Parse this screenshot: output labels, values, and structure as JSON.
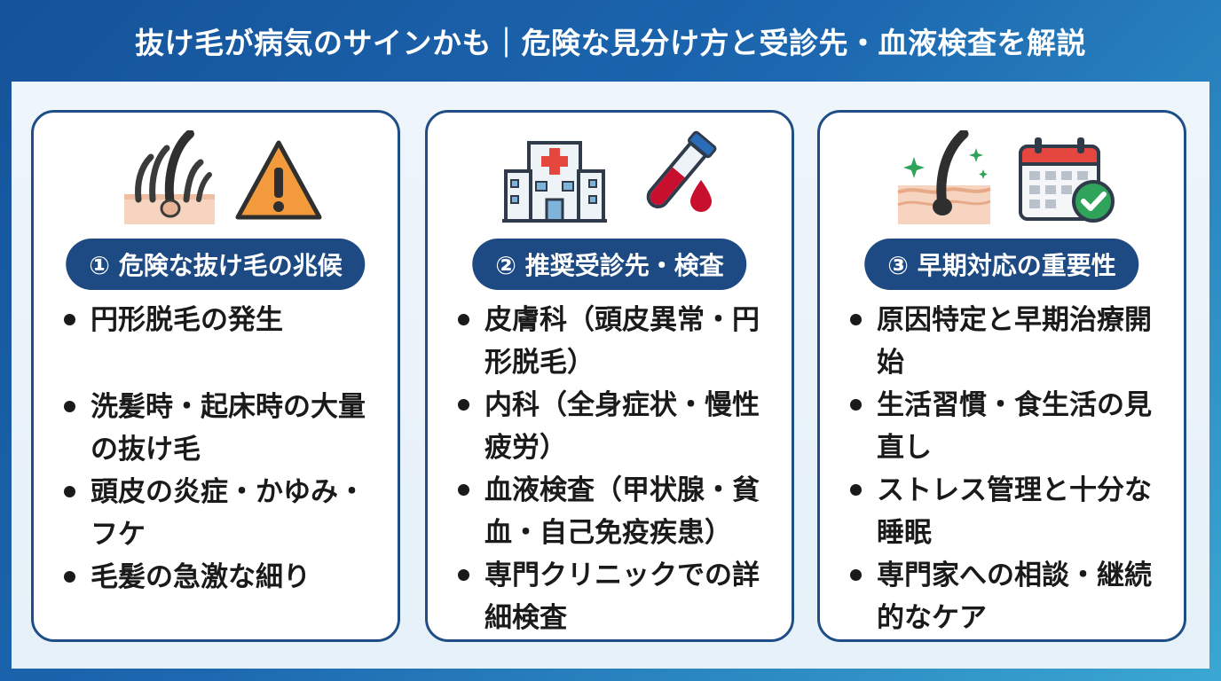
{
  "title": "抜け毛が病気のサインかも｜危険な見分け方と受診先・血液検査を解説",
  "cards": [
    {
      "heading": "① 危険な抜け毛の兆候",
      "icons": [
        "hair-follicle-icon",
        "warning-icon"
      ],
      "items": [
        "円形脱毛の発生",
        "洗髪時・起床時の大量の抜け毛",
        "頭皮の炎症・かゆみ・フケ",
        "毛髪の急激な細り"
      ]
    },
    {
      "heading": "② 推奨受診先・検査",
      "icons": [
        "hospital-icon",
        "blood-test-tube-icon"
      ],
      "items": [
        "皮膚科（頭皮異常・円形脱毛）",
        "内科（全身症状・慢性疲労）",
        "血液検査（甲状腺・貧血・自己免疫疾患）",
        "専門クリニックでの詳細検査"
      ]
    },
    {
      "heading": "③ 早期対応の重要性",
      "icons": [
        "healthy-hair-icon",
        "calendar-check-icon"
      ],
      "items": [
        "原因特定と早期治療開始",
        "生活習慣・食生活の見直し",
        "ストレス管理と十分な睡眠",
        "専門家への相談・継続的なケア"
      ]
    }
  ],
  "colors": {
    "header_bg": "#15539a",
    "pill_bg": "#1d4a82",
    "card_border": "#1f4e86",
    "warning": "#f39a3c",
    "cross_red": "#e5463d",
    "blood_red": "#c8102e",
    "check_green": "#2fa35a"
  }
}
